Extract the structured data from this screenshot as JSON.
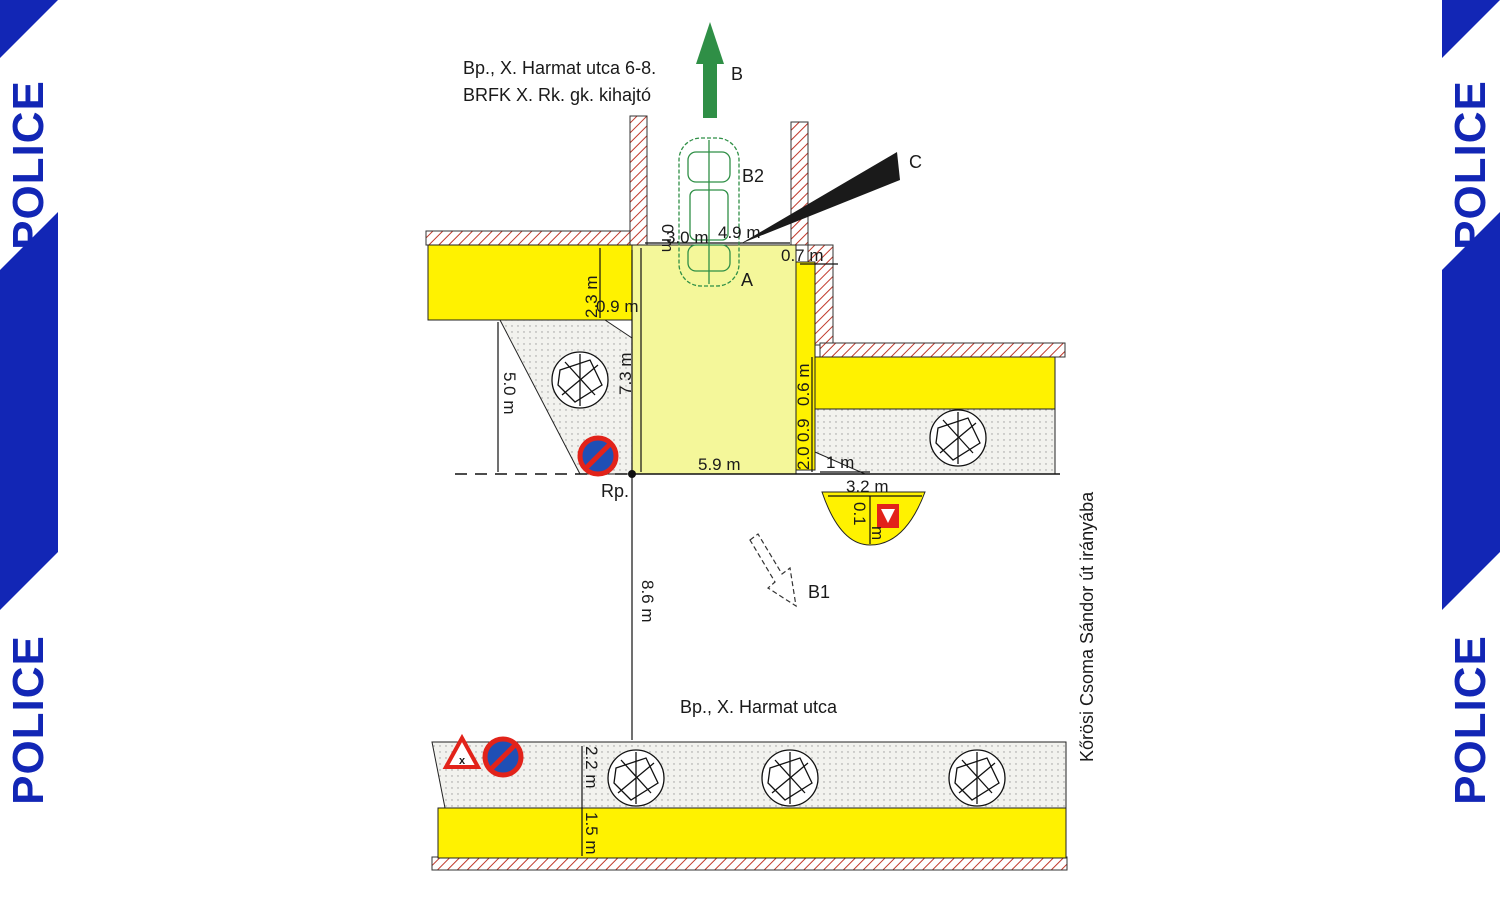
{
  "banner": {
    "word": "POLICE",
    "colors": {
      "blue": "#1226b5",
      "white": "#ffffff"
    }
  },
  "diagram": {
    "title_line1": "Bp., X. Harmat utca 6-8.",
    "title_line2": "BRFK X. Rk. gk. kihajtó",
    "street_name": "Bp., X. Harmat utca",
    "direction_label": "Kőrösi Csoma Sándor út irányába",
    "labels": {
      "a": "A",
      "b": "B",
      "b1": "B1",
      "b2": "B2",
      "c": "C",
      "rp": "Rp."
    },
    "dimensions": {
      "d_3_0": "3.0 m",
      "d_0_m": "0 m",
      "d_4_9": "4.9 m",
      "d_0_7": "0.7 m",
      "d_2_3": "2.3 m",
      "d_0_9": "0.9 m",
      "d_7_3": "7.3 m",
      "d_5_0": "5.0 m",
      "d_5_9": "5.9 m",
      "d_0_6": "0.6 m",
      "d_0_9b": "0.9",
      "d_2_0": "2.0",
      "d_1_m": "1 m",
      "d_3_2": "3.2 m",
      "d_0_1": "0.1",
      "d_m": "m",
      "d_8_6": "8.6 m",
      "d_2_2": "2.2 m",
      "d_1_5": "1.5 m"
    },
    "colors": {
      "yellow": "#fff200",
      "light_yellow": "#f4f79a",
      "hatch": "#c0392b",
      "arrow_green": "#2f8f46",
      "sign_blue": "#1f4fb5",
      "sign_red": "#e2231a"
    }
  }
}
